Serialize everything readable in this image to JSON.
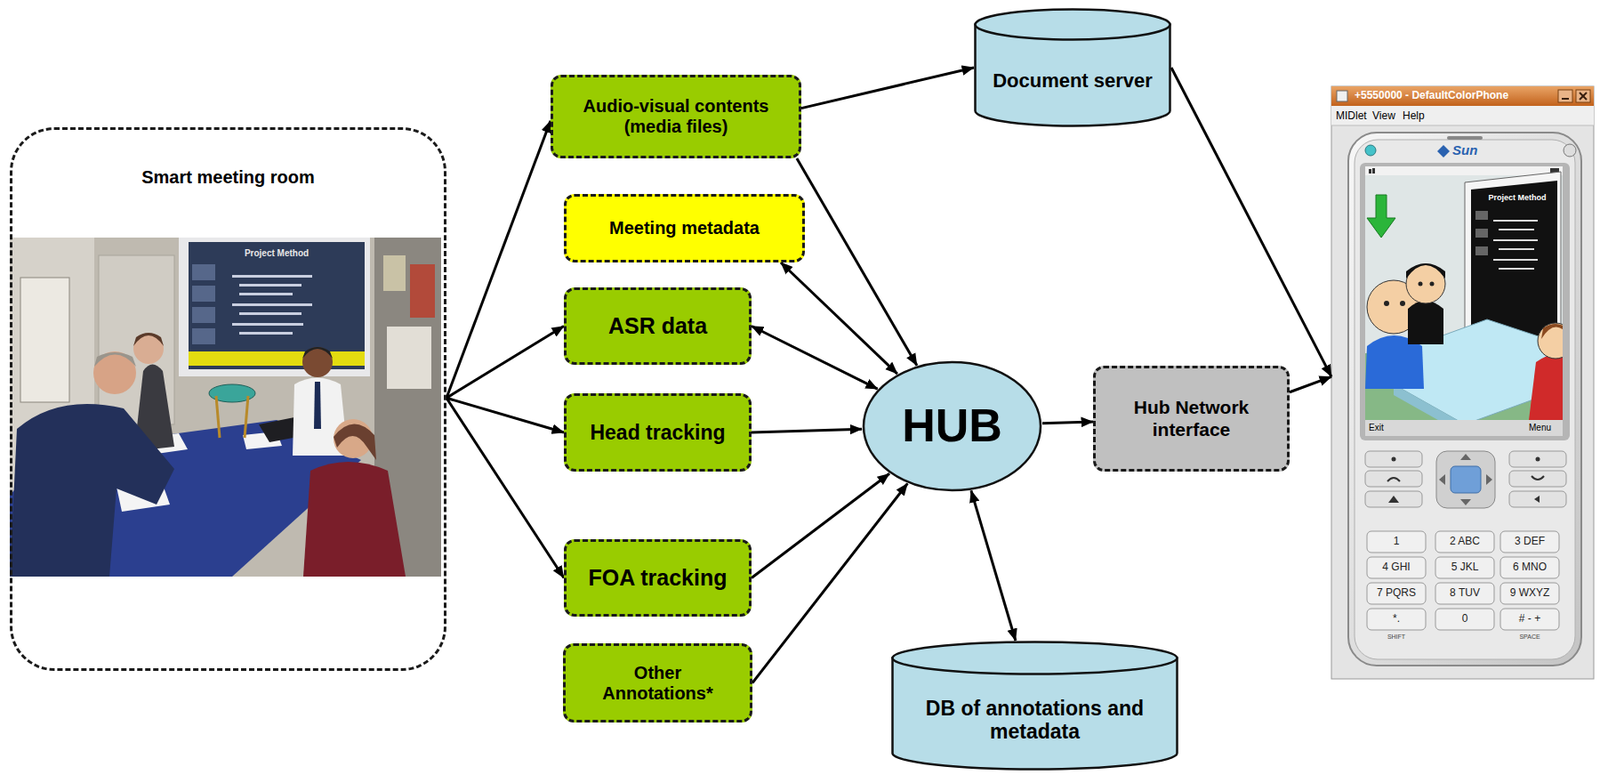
{
  "diagram": {
    "nodes": [
      {
        "text": [
          "Smart meeting room"
        ]
      },
      {
        "text": [
          "Audio-visual contents (media files)"
        ]
      },
      {
        "text": [
          "Meeting metadata"
        ]
      },
      {
        "text": [
          "ASR data"
        ]
      },
      {
        "text": [
          "Head tracking"
        ]
      },
      {
        "text": [
          "FOA tracking"
        ]
      },
      {
        "text": [
          "Other Annotations*"
        ]
      },
      {
        "text": [
          "Document server"
        ]
      },
      {
        "text": [
          "HUB"
        ]
      },
      {
        "text": [
          "DB of annotations and metadata"
        ]
      },
      {
        "text": [
          "Hub Network interface"
        ]
      },
      {
        "text": [
          "+5550000 - DefaultColorPhone"
        ]
      }
    ],
    "edges": [
      {
        "from": 0,
        "to": 1,
        "arrow": "to"
      },
      {
        "from": 0,
        "to": 3,
        "arrow": "to"
      },
      {
        "from": 0,
        "to": 4,
        "arrow": "to"
      },
      {
        "from": 0,
        "to": 5,
        "arrow": "to"
      },
      {
        "from": 1,
        "to": 7,
        "arrow": "to"
      },
      {
        "from": 1,
        "to": 8,
        "arrow": "to"
      },
      {
        "from": 2,
        "to": 8,
        "arrow": "both"
      },
      {
        "from": 3,
        "to": 8,
        "arrow": "both"
      },
      {
        "from": 4,
        "to": 8,
        "arrow": "to"
      },
      {
        "from": 5,
        "to": 8,
        "arrow": "to"
      },
      {
        "from": 6,
        "to": 8,
        "arrow": "to"
      },
      {
        "from": 8,
        "to": 9,
        "arrow": "both"
      },
      {
        "from": 8,
        "to": 10,
        "arrow": "to"
      },
      {
        "from": 10,
        "to": 11,
        "arrow": "to"
      },
      {
        "from": 7,
        "to": 11,
        "arrow": "to"
      }
    ],
    "labels": [
      "Project Method",
      "MIDlet",
      "View",
      "Help",
      "Sun",
      "Project Method",
      "Exit",
      "Menu",
      "1",
      "2 ABC",
      "3 DEF",
      "4 GHI",
      "5 JKL",
      "6 MNO",
      "7 PQRS",
      "8 TUV",
      "9 WXYZ",
      "*.",
      "0",
      "# - +",
      "SHIFT",
      "SPACE"
    ]
  }
}
